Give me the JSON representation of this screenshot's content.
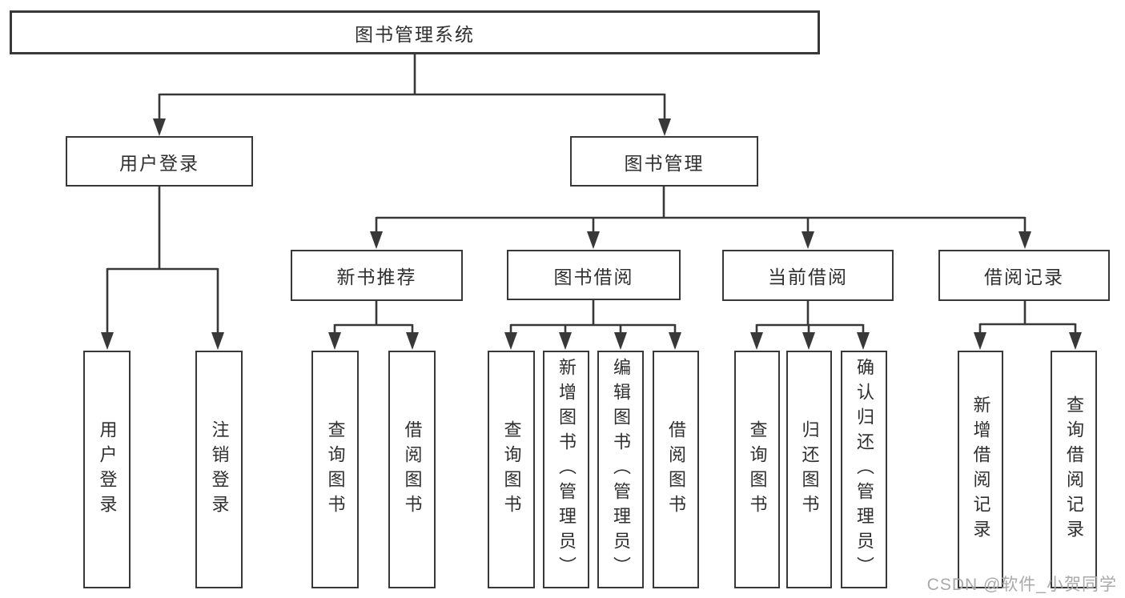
{
  "watermark": "CSDN @软件_小贺同学",
  "colors": {
    "line": "#383838",
    "text": "#2f2f2f",
    "box_background": "#ffffff",
    "watermark": "#a9a9a9"
  },
  "tree": {
    "label": "图书管理系统",
    "children": [
      {
        "label": "用户登录",
        "children": [
          {
            "label": "用户登录"
          },
          {
            "label": "注销登录"
          }
        ]
      },
      {
        "label": "图书管理",
        "children": [
          {
            "label": "新书推荐",
            "children": [
              {
                "label": "查询图书"
              },
              {
                "label": "借阅图书"
              }
            ]
          },
          {
            "label": "图书借阅",
            "children": [
              {
                "label": "查询图书"
              },
              {
                "label": "新增图书（管理员）"
              },
              {
                "label": "编辑图书（管理员）"
              },
              {
                "label": "借阅图书"
              }
            ]
          },
          {
            "label": "当前借阅",
            "children": [
              {
                "label": "查询图书"
              },
              {
                "label": "归还图书"
              },
              {
                "label": "确认归还（管理员）"
              }
            ]
          },
          {
            "label": "借阅记录",
            "children": [
              {
                "label": "新增借阅记录"
              },
              {
                "label": "查询借阅记录"
              }
            ]
          }
        ]
      }
    ]
  }
}
